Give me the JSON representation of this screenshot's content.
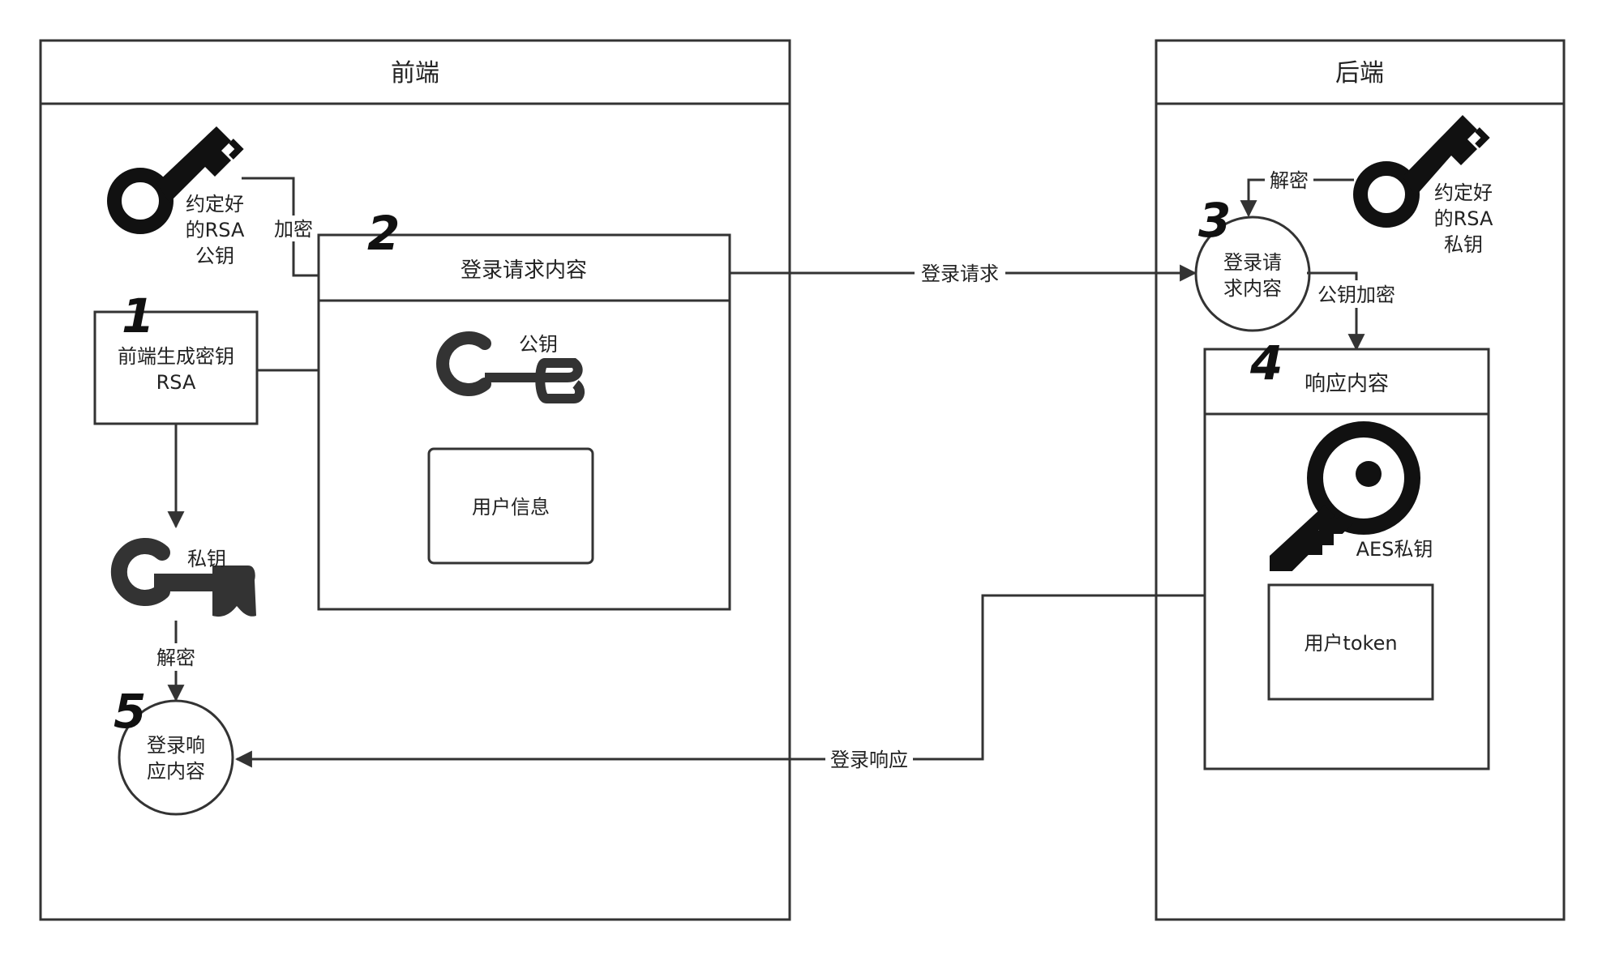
{
  "lanes": {
    "frontend": "前端",
    "backend": "后端"
  },
  "frontend": {
    "agreed_public_key": [
      "约定好",
      "的RSA",
      "公钥"
    ],
    "encrypt_label": "加密",
    "generate_box": [
      "前端生成密钥",
      "RSA"
    ],
    "request_content_title": "登录请求内容",
    "public_key_label": "公钥",
    "user_info_label": "用户信息",
    "private_key_label": "私钥",
    "decrypt_label": "解密",
    "login_response_circle": [
      "登录响",
      "应内容"
    ]
  },
  "backend": {
    "decrypt_label": "解密",
    "agreed_private_key": [
      "约定好",
      "的RSA",
      "私钥"
    ],
    "login_request_circle": [
      "登录请",
      "求内容"
    ],
    "public_key_encrypt_label": "公钥加密",
    "response_content_title": "响应内容",
    "aes_key_label": "AES私钥",
    "user_token_label": "用户token"
  },
  "flows": {
    "login_request": "登录请求",
    "login_response": "登录响应"
  },
  "step_numbers": [
    "1",
    "2",
    "3",
    "4",
    "5"
  ],
  "icons": {
    "agreed_public_key": "key-icon",
    "public_key": "key-icon",
    "private_key": "key-icon",
    "agreed_private_key": "key-icon",
    "aes_key": "key-icon"
  },
  "colors": {
    "stroke": "#333333",
    "icon": "#111111"
  }
}
